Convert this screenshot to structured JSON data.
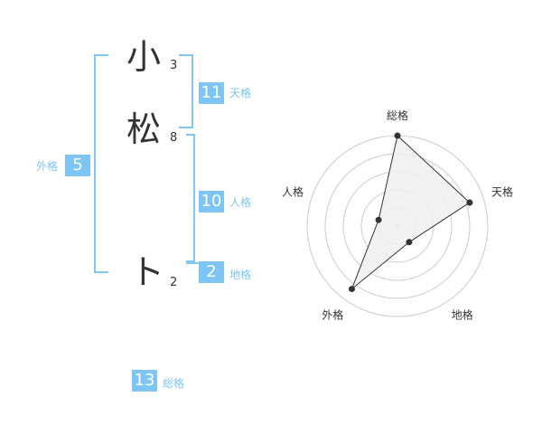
{
  "name": {
    "characters": [
      {
        "char": "小",
        "strokes": "3"
      },
      {
        "char": "松",
        "strokes": "8"
      },
      {
        "char": "ト",
        "strokes": "2"
      }
    ]
  },
  "kakusu": {
    "tenkaku": {
      "value": "11",
      "label": "天格"
    },
    "jinkaku": {
      "value": "10",
      "label": "人格"
    },
    "chikaku": {
      "value": "2",
      "label": "地格"
    },
    "gaikaku": {
      "value": "5",
      "label": "外格"
    },
    "soukaku": {
      "value": "13",
      "label": "総格"
    }
  },
  "colors": {
    "accent": "#7cc5f4",
    "bracket": "#84c6f2",
    "text": "#333333"
  },
  "chart_data": {
    "type": "radar",
    "axes": [
      "総格",
      "天格",
      "地格",
      "外格",
      "人格"
    ],
    "values": [
      5,
      4.2,
      1.1,
      4.3,
      1.1
    ],
    "range": [
      0,
      5
    ],
    "rings": 5,
    "fill": "#f0f0f0",
    "stroke": "#333333"
  }
}
